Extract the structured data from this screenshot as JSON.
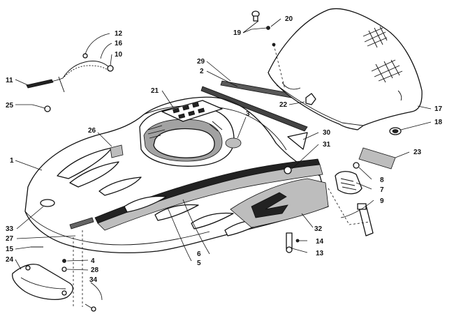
{
  "diagram": {
    "type": "exploded-parts-view",
    "callouts": [
      {
        "id": "c1",
        "label": "1"
      },
      {
        "id": "c2",
        "label": "2"
      },
      {
        "id": "c3",
        "label": "3"
      },
      {
        "id": "c4",
        "label": "4"
      },
      {
        "id": "c5",
        "label": "5"
      },
      {
        "id": "c6",
        "label": "6"
      },
      {
        "id": "c7",
        "label": "7"
      },
      {
        "id": "c8",
        "label": "8"
      },
      {
        "id": "c9",
        "label": "9"
      },
      {
        "id": "c10",
        "label": "10"
      },
      {
        "id": "c11",
        "label": "11"
      },
      {
        "id": "c12",
        "label": "12"
      },
      {
        "id": "c13",
        "label": "13"
      },
      {
        "id": "c14",
        "label": "14"
      },
      {
        "id": "c15",
        "label": "15"
      },
      {
        "id": "c16",
        "label": "16"
      },
      {
        "id": "c17",
        "label": "17"
      },
      {
        "id": "c18",
        "label": "18"
      },
      {
        "id": "c19",
        "label": "19"
      },
      {
        "id": "c20",
        "label": "20"
      },
      {
        "id": "c21",
        "label": "21"
      },
      {
        "id": "c22",
        "label": "22"
      },
      {
        "id": "c23",
        "label": "23"
      },
      {
        "id": "c24",
        "label": "24"
      },
      {
        "id": "c25",
        "label": "25"
      },
      {
        "id": "c26",
        "label": "26"
      },
      {
        "id": "c27",
        "label": "27"
      },
      {
        "id": "c28",
        "label": "28"
      },
      {
        "id": "c29",
        "label": "29"
      },
      {
        "id": "c30",
        "label": "30"
      },
      {
        "id": "c31",
        "label": "31"
      },
      {
        "id": "c32",
        "label": "32"
      },
      {
        "id": "c33",
        "label": "33"
      },
      {
        "id": "c34",
        "label": "34"
      }
    ],
    "colors": {
      "ink": "#111111",
      "background": "#ffffff",
      "decal_dark": "#222222",
      "decal_grey": "#bdbdbd"
    }
  }
}
